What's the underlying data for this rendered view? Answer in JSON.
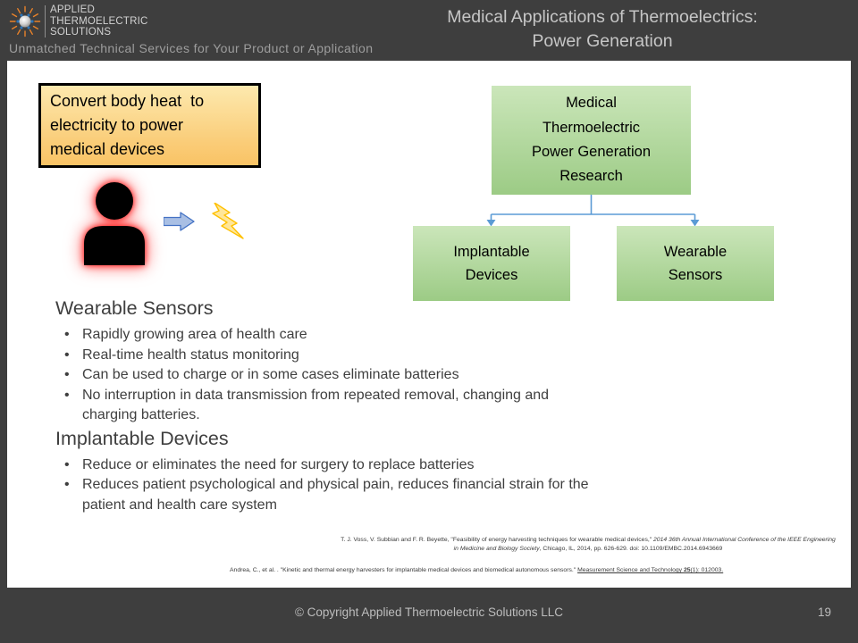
{
  "header": {
    "logo": {
      "name_line1": "APPLIED",
      "name_line2": "THERMOELECTRIC",
      "name_line3": "SOLUTIONS"
    },
    "tagline": "Unmatched Technical Services for Your Product or Application",
    "title": "Medical Applications of Thermoelectrics:\nPower Generation"
  },
  "callout": {
    "text": "Convert body heat  to\nelectricity to power\nmedical devices"
  },
  "graphic": {
    "person_icon": "person-silhouette-with-red-heat-glow",
    "arrow_icon": "blue-right-block-arrow",
    "bolt_icon": "yellow-lightning-bolt"
  },
  "flowchart": {
    "root_label": "Medical\nThermoelectric\nPower Generation\nResearch",
    "left_child_label": "Implantable\nDevices",
    "right_child_label": "Wearable\nSensors"
  },
  "body": {
    "bullet_char": "•",
    "section1": {
      "heading": "Wearable Sensors",
      "bullets": [
        "Rapidly growing area of health care",
        "Real-time health status monitoring",
        "Can be used to charge or in some cases eliminate batteries",
        "No interruption in data transmission from repeated removal, changing and\ncharging batteries."
      ]
    },
    "section2": {
      "heading": "Implantable Devices",
      "bullets": [
        "Reduce or eliminates the need for surgery to replace batteries",
        "Reduces patient psychological and physical pain, reduces financial strain for the\npatient and health care system"
      ]
    }
  },
  "citations": {
    "c1_pre": "T. J. Voss, V. Subbian and F. R. Beyette, \"Feasibility of energy harvesting techniques for wearable medical devices,\" ",
    "c1_italic": "2014 36th Annual International Conference of the IEEE Engineering in Medicine and Biology Society",
    "c1_post": ", Chicago, IL, 2014, pp. 626-629. doi: 10.1109/EMBC.2014.6943669",
    "c2_pre": "Andrea, C., et al. . \"Kinetic and thermal energy harvesters for implantable medical devices and biomedical autonomous sensors.\" ",
    "c2_link_pre": "Measurement Science and Technology ",
    "c2_link_bold": "25",
    "c2_link_post": "(1): 012003."
  },
  "footer": {
    "copyright": "© Copyright Applied Thermoelectric Solutions LLC",
    "page_number": "19"
  },
  "colors": {
    "frame": "#3E3E3E",
    "title_text": "#C6C6C6",
    "callout_top": "#FDE9AE",
    "callout_bottom": "#F9C365",
    "flow_box_top": "#CBE6BA",
    "flow_box_bottom": "#9CCB85",
    "connector_blue": "#5B9BD5",
    "arrow_fill": "#A9BFE4",
    "arrow_border": "#4472C4",
    "bolt_fill": "#FFE699",
    "bolt_border": "#FFC000",
    "person_glow": "#FF0000",
    "logo_ray_orange": "#E8822A",
    "logo_dot_blue": "#2E75B6"
  }
}
